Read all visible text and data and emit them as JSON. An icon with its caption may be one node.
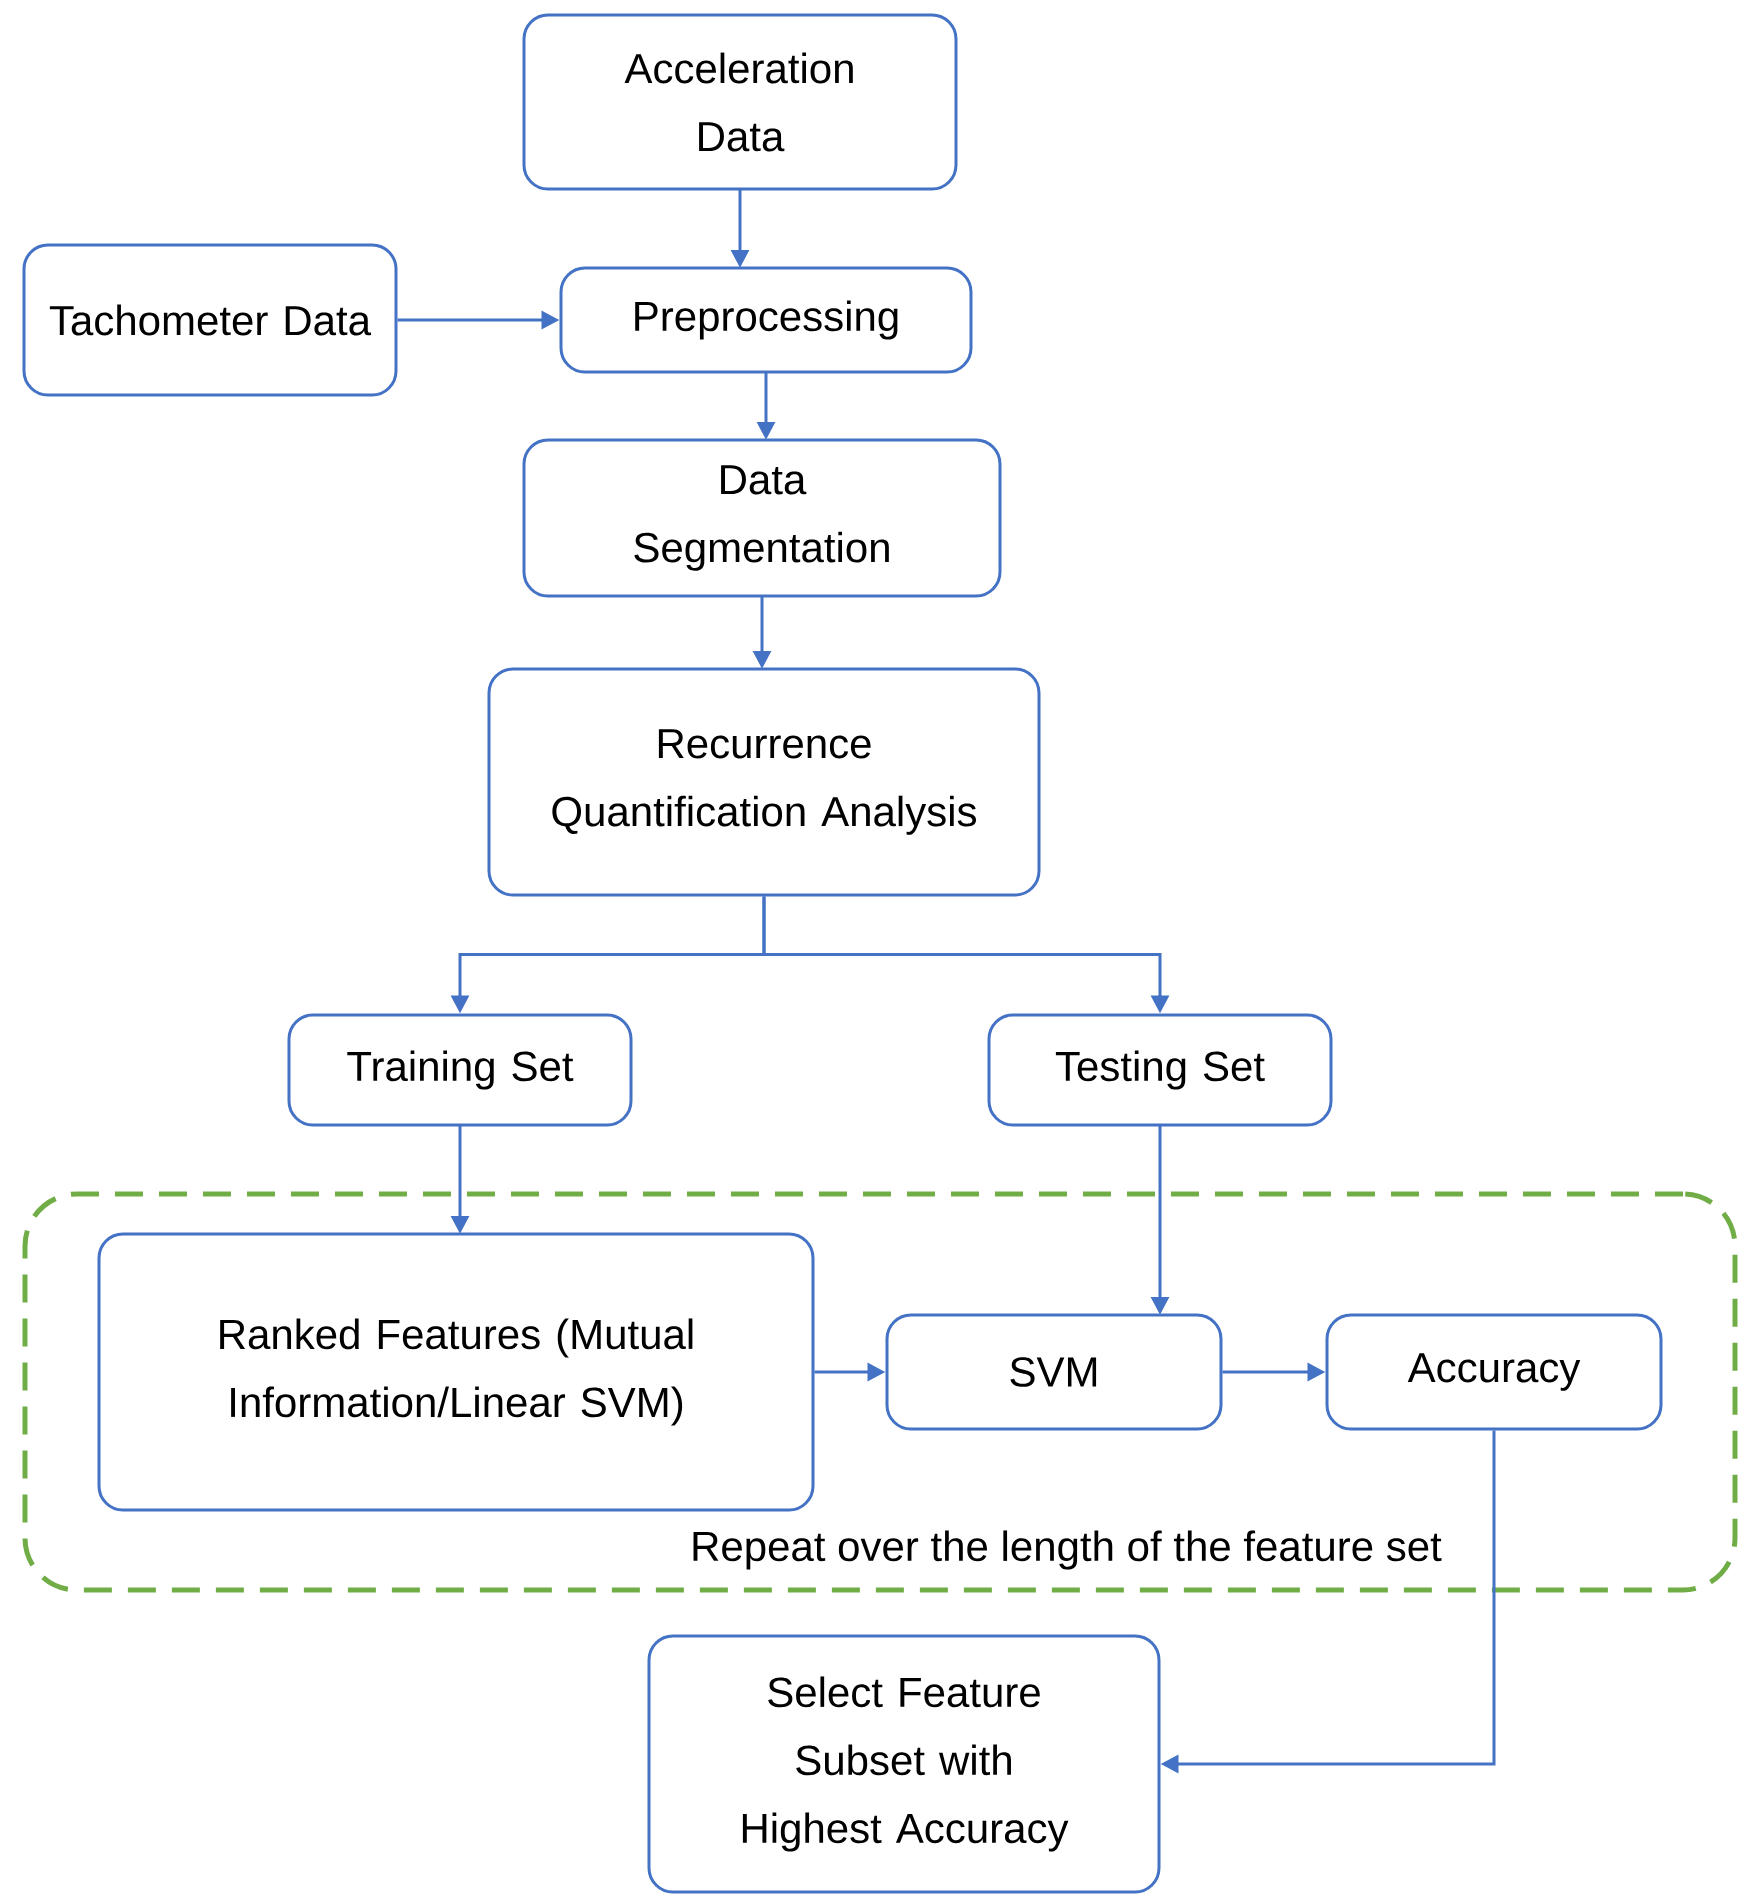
{
  "diagram": {
    "nodes": [
      {
        "text": [
          "Acceleration Data"
        ]
      },
      {
        "text": [
          "Tachometer Data"
        ]
      },
      {
        "text": [
          "Preprocessing"
        ]
      },
      {
        "text": [
          "Data Segmentation"
        ]
      },
      {
        "text": [
          "Recurrence Quantification Analysis"
        ]
      },
      {
        "text": [
          "Training Set"
        ]
      },
      {
        "text": [
          "Testing Set"
        ]
      },
      {
        "text": [
          "Repeat over the length of the feature set"
        ]
      },
      {
        "text": [
          "Ranked Features (Mutual Information/Linear SVM)"
        ],
        "in": 7
      },
      {
        "text": [
          "SVM"
        ],
        "in": 7
      },
      {
        "text": [
          "Accuracy"
        ],
        "in": 7
      },
      {
        "text": [
          "Select Feature Subset with Highest Accuracy"
        ]
      }
    ],
    "edges": [
      {
        "from": 0,
        "to": 2,
        "arrow": "to"
      },
      {
        "from": 1,
        "to": 2,
        "arrow": "to"
      },
      {
        "from": 2,
        "to": 3,
        "arrow": "to"
      },
      {
        "from": 3,
        "to": 4,
        "arrow": "to"
      },
      {
        "from": 4,
        "to": 5,
        "arrow": "to"
      },
      {
        "from": 4,
        "to": 6,
        "arrow": "to"
      },
      {
        "from": 5,
        "to": 8,
        "arrow": "to"
      },
      {
        "from": 6,
        "to": 9,
        "arrow": "to"
      },
      {
        "from": 8,
        "to": 9,
        "arrow": "to"
      },
      {
        "from": 9,
        "to": 10,
        "arrow": "to"
      },
      {
        "from": 10,
        "to": 11,
        "arrow": "to"
      }
    ]
  }
}
